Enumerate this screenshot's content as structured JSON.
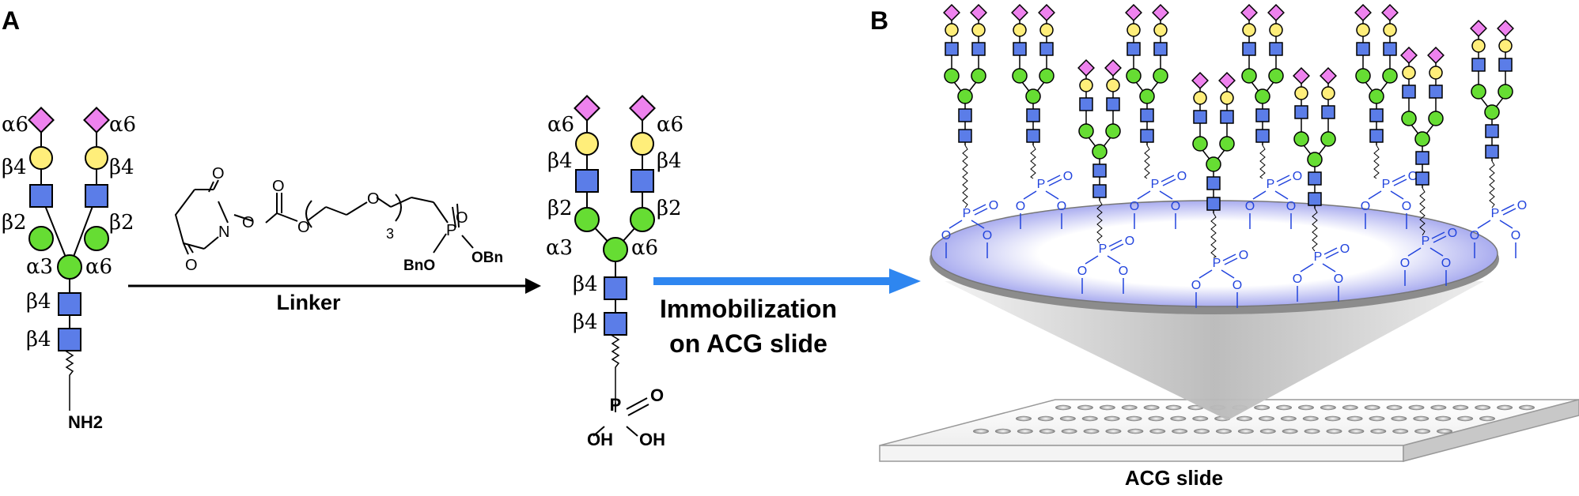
{
  "panels": {
    "a_label": "A",
    "b_label": "B"
  },
  "glycan_a": {
    "links": [
      "α6",
      "α6",
      "β4",
      "β4",
      "β2",
      "β2",
      "α3",
      "α6",
      "β4",
      "β4"
    ],
    "terminal_group": "NH2"
  },
  "reaction": {
    "reagent_label": "Linker",
    "subscript": "3",
    "atoms": [
      "O",
      "O",
      "N",
      "O",
      "O",
      "O",
      "O",
      "P",
      "O",
      "BnO",
      "OBn"
    ]
  },
  "glycan_product": {
    "links": [
      "α6",
      "α6",
      "β4",
      "β4",
      "β2",
      "β2",
      "α3",
      "α6",
      "β4",
      "β4"
    ],
    "atoms": [
      "P",
      "O",
      "OH",
      "OH"
    ]
  },
  "immobilization": {
    "line1": "Immobilization",
    "line2": "on ACG slide"
  },
  "slide": {
    "label": "ACG slide"
  },
  "phosphonate_atoms": [
    "P",
    "O",
    "O",
    "O"
  ],
  "colors": {
    "sialic": "#ee82ee",
    "galactose": "#ffee7a",
    "mannose": "#66dd33",
    "glcnac": "#5b7de8",
    "arrow_blue": "#2e86f0",
    "chem_blue": "#2244dd"
  }
}
